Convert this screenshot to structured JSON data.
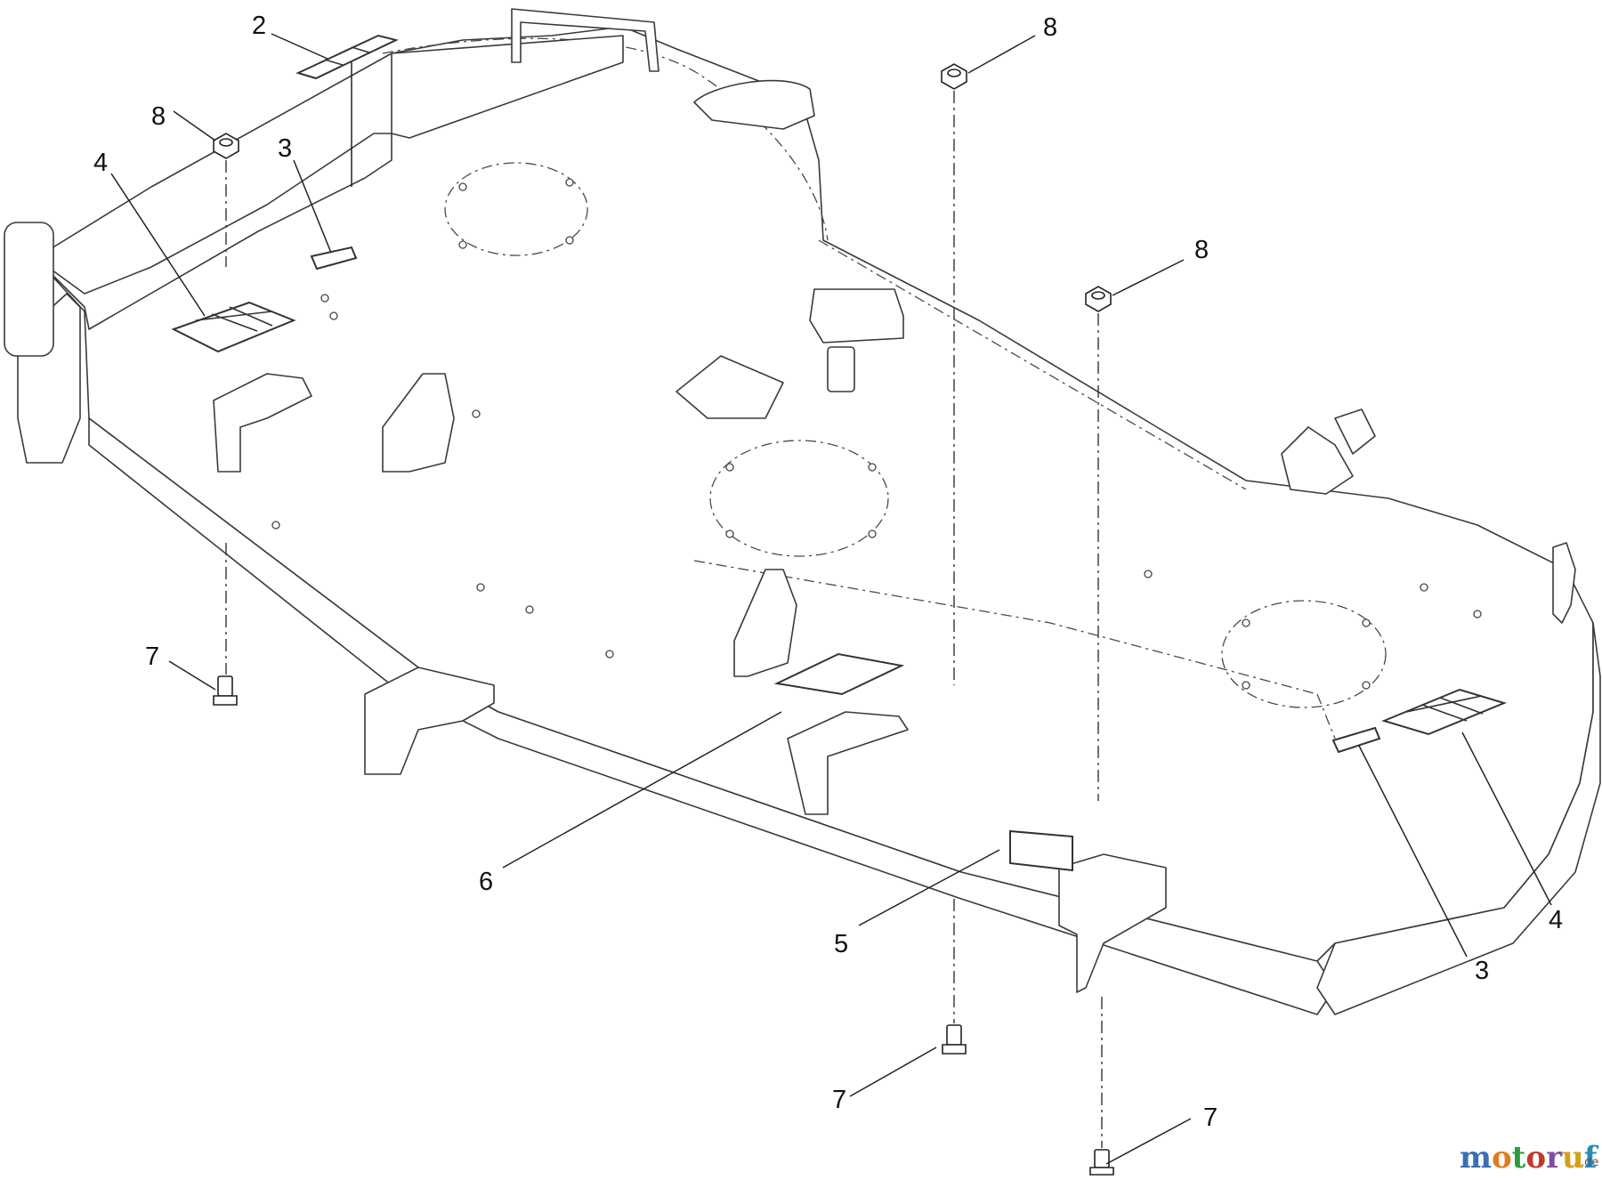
{
  "callouts": [
    {
      "id": "c2",
      "label": "2"
    },
    {
      "id": "c3a",
      "label": "3"
    },
    {
      "id": "c4a",
      "label": "4"
    },
    {
      "id": "c8a",
      "label": "8"
    },
    {
      "id": "c8b",
      "label": "8"
    },
    {
      "id": "c8c",
      "label": "8"
    },
    {
      "id": "c7a",
      "label": "7"
    },
    {
      "id": "c6",
      "label": "6"
    },
    {
      "id": "c5",
      "label": "5"
    },
    {
      "id": "c7b",
      "label": "7"
    },
    {
      "id": "c7c",
      "label": "7"
    },
    {
      "id": "c3b",
      "label": "3"
    },
    {
      "id": "c4b",
      "label": "4"
    }
  ],
  "watermark": {
    "letters": [
      "m",
      "o",
      "t",
      "o",
      "r",
      "u",
      "f"
    ],
    "colors": [
      "#3b6fb0",
      "#e07a1f",
      "#2e9a44",
      "#c0392b",
      "#7b4fa0",
      "#d4a017",
      "#2a8bbf"
    ],
    "suffix": ".de"
  }
}
